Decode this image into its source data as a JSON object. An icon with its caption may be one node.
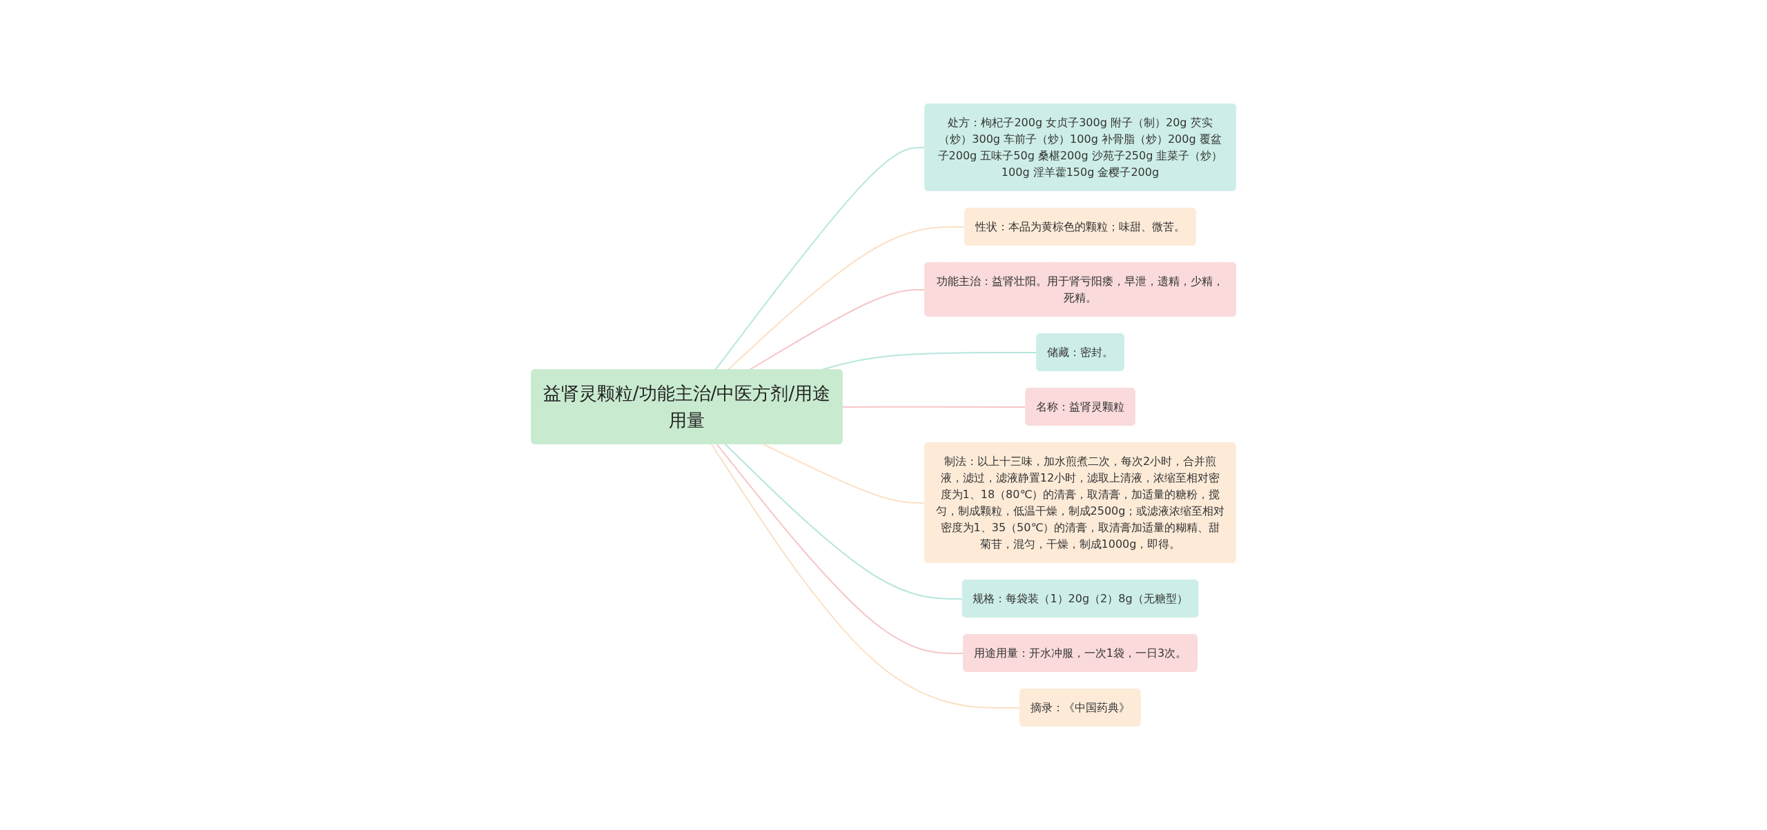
{
  "diagram": {
    "nodes": [
      {
        "text": [
          "益肾灵颗粒/功能主治/中医方剂/用途用量"
        ]
      },
      {
        "text": [
          "处方：枸杞子200g 女贞子300g 附子（制）20g 芡实（炒）300g 车前子（炒）100g 补骨脂（炒）200g 覆盆子200g 五味子50g 桑椹200g 沙苑子250g 韭菜子（炒）100g 淫羊藿150g 金樱子200g"
        ]
      },
      {
        "text": [
          "性状：本品为黄棕色的颗粒；味甜、微苦。"
        ]
      },
      {
        "text": [
          "功能主治：益肾壮阳。用于肾亏阳痿，早泄，遗精，少精，死精。"
        ]
      },
      {
        "text": [
          "储藏：密封。"
        ]
      },
      {
        "text": [
          "名称：益肾灵颗粒"
        ]
      },
      {
        "text": [
          "制法：以上十三味，加水煎煮二次，每次2小时，合并煎液，滤过，滤液静置12小时，滤取上清液，浓缩至相对密度为1、18（80℃）的清膏，取清膏，加适量的糖粉，搅匀，制成颗粒，低温干燥，制成2500g；或滤液浓缩至相对密度为1、35（50℃）的清膏，取清膏加适量的糊精、甜菊苷，混匀，干燥，制成1000g，即得。"
        ]
      },
      {
        "text": [
          "规格：每袋装（1）20g（2）8g（无糖型）"
        ]
      },
      {
        "text": [
          "用途用量：开水冲服，一次1袋，一日3次。"
        ]
      },
      {
        "text": [
          "摘录：《中国药典》"
        ]
      }
    ],
    "edges": [
      {
        "from": 0,
        "to": 1,
        "arrow": "none",
        "color": "#b5e6dd"
      },
      {
        "from": 0,
        "to": 2,
        "arrow": "none",
        "color": "#fbe0c4"
      },
      {
        "from": 0,
        "to": 3,
        "arrow": "none",
        "color": "#f6c6c8"
      },
      {
        "from": 0,
        "to": 4,
        "arrow": "none",
        "color": "#b5e6dd"
      },
      {
        "from": 0,
        "to": 5,
        "arrow": "none",
        "color": "#f6c6c8"
      },
      {
        "from": 0,
        "to": 6,
        "arrow": "none",
        "color": "#fbe0c4"
      },
      {
        "from": 0,
        "to": 7,
        "arrow": "none",
        "color": "#b5e6dd"
      },
      {
        "from": 0,
        "to": 8,
        "arrow": "none",
        "color": "#f6c6c8"
      },
      {
        "from": 0,
        "to": 9,
        "arrow": "none",
        "color": "#fbe0c4"
      }
    ]
  }
}
